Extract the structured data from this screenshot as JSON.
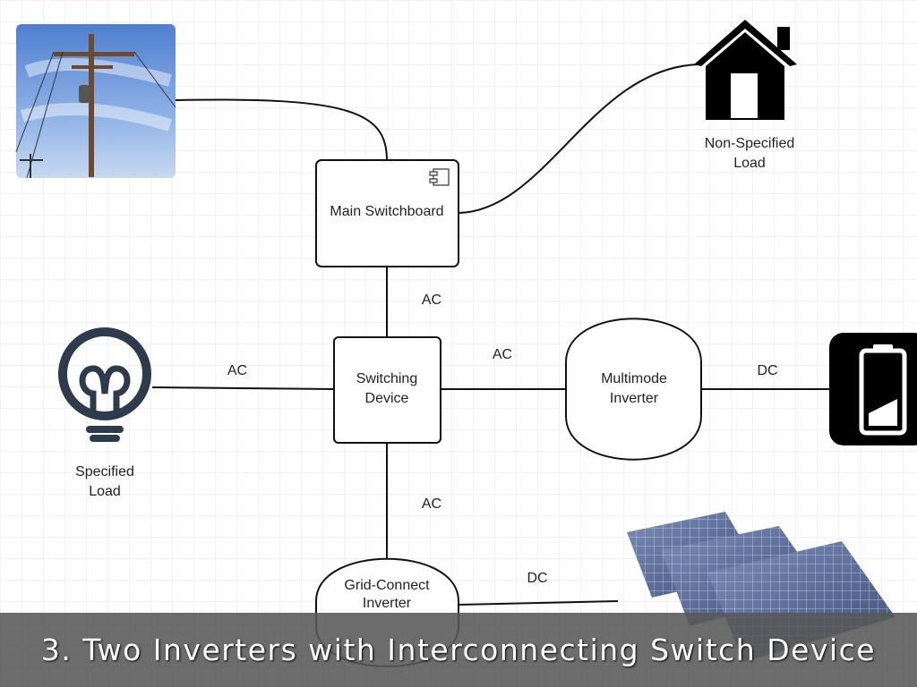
{
  "nodes": {
    "main_switchboard": "Main Switchboard",
    "switching_device": [
      "Switching",
      "Device"
    ],
    "multimode_inverter": [
      "Multimode",
      "Inverter"
    ],
    "grid_connect_inverter": [
      "Grid-Connect",
      "Inverter"
    ],
    "non_specified_load": [
      "Non-Specified",
      "Load"
    ],
    "specified_load": [
      "Specified",
      "Load"
    ]
  },
  "edges": {
    "switchboard_to_switching": "AC",
    "specified_load_to_switching": "AC",
    "switching_to_multimode": "AC",
    "multimode_to_battery": "DC",
    "switching_to_grid_connect": "AC",
    "grid_connect_to_solar": "DC"
  },
  "icons": [
    "utility-pole-photo",
    "house-icon",
    "lightbulb-icon",
    "battery-icon",
    "solar-panels-photo",
    "component-icon"
  ],
  "caption": "3. Two Inverters with Interconnecting Switch Device"
}
